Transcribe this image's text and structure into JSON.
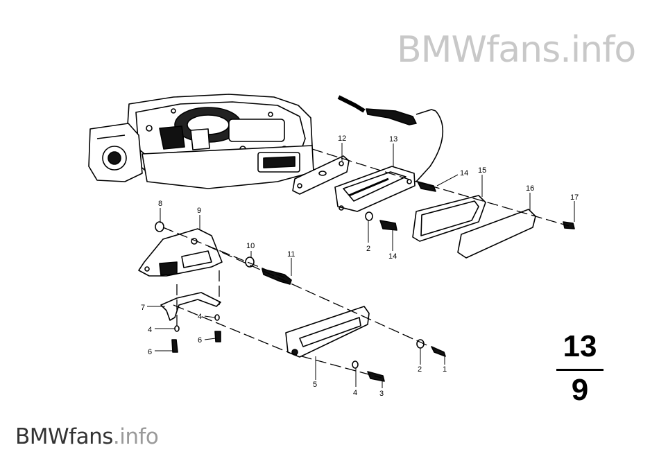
{
  "watermark": {
    "brand": "BMWfans",
    "suffix": ".info"
  },
  "page_ref": {
    "group": "13",
    "sheet": "9"
  },
  "callouts": [
    {
      "id": "c12",
      "text": "12"
    },
    {
      "id": "c13",
      "text": "13"
    },
    {
      "id": "c14a",
      "text": "14"
    },
    {
      "id": "c15",
      "text": "15"
    },
    {
      "id": "c16",
      "text": "16"
    },
    {
      "id": "c17",
      "text": "17"
    },
    {
      "id": "c2a",
      "text": "2"
    },
    {
      "id": "c14b",
      "text": "14"
    },
    {
      "id": "c8",
      "text": "8"
    },
    {
      "id": "c9",
      "text": "9"
    },
    {
      "id": "c10",
      "text": "10"
    },
    {
      "id": "c11",
      "text": "11"
    },
    {
      "id": "c7",
      "text": "7"
    },
    {
      "id": "c4a",
      "text": "4"
    },
    {
      "id": "c4b",
      "text": "4"
    },
    {
      "id": "c6a",
      "text": "6"
    },
    {
      "id": "c6b",
      "text": "6"
    },
    {
      "id": "c5",
      "text": "5"
    },
    {
      "id": "c4c",
      "text": "4"
    },
    {
      "id": "c3",
      "text": "3"
    },
    {
      "id": "c2b",
      "text": "2"
    },
    {
      "id": "c1",
      "text": "1"
    }
  ]
}
